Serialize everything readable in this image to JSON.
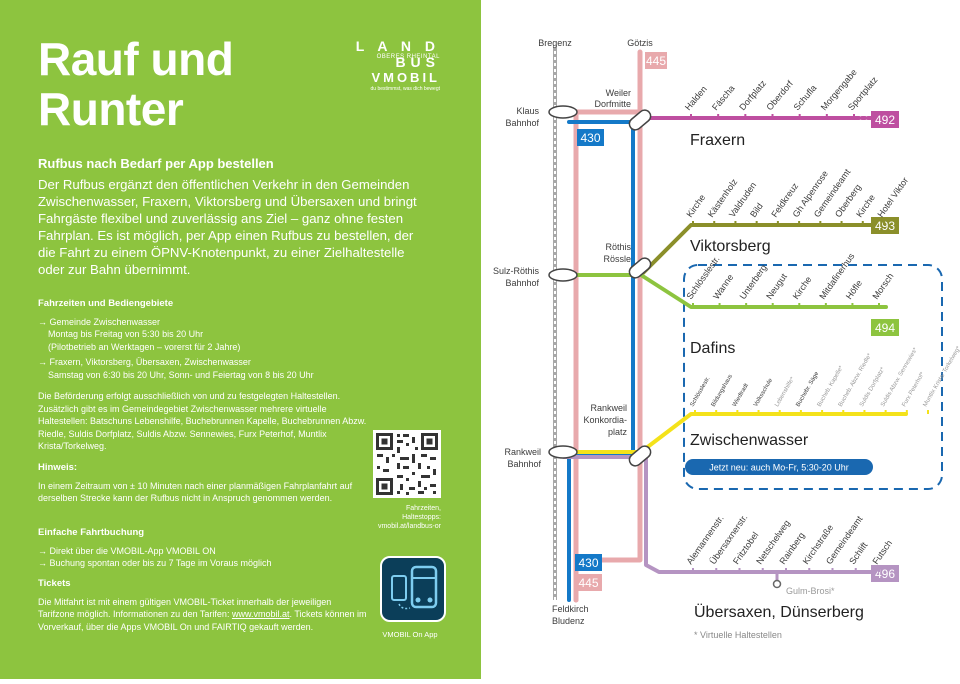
{
  "left": {
    "title": "Rauf und Runter",
    "logo_landbus": "L A N D BUS",
    "logo_landbus_sub": "OBERES RHEINTAL",
    "logo_vmobil": "VMOBIL",
    "logo_vmobil_sub": "du bestimmst, was dich bewegt",
    "intro_title": "Rufbus nach Bedarf per App bestellen",
    "intro_text": "Der Rufbus ergänzt den öffentlichen Verkehr in den Gemeinden Zwischenwasser, Fraxern, Viktorsberg und Übersaxen und bringt Fahrgäste flexibel und zuverlässig ans Ziel – ganz ohne festen Fahrplan. Es ist möglich, per App einen Rufbus zu bestellen, der die Fahrt zu einem ÖPNV-Knotenpunkt, zu einer Zielhaltestelle oder zur Bahn übernimmt.",
    "times": {
      "heading": "Fahrzeiten und Bediengebiete",
      "l1": "→ Gemeinde Zwischenwasser",
      "l2": "Montag bis Freitag von 5:30 bis 20 Uhr",
      "l3": "(Pilotbetrieb an Werktagen – vorerst für 2 Jahre)",
      "l4": "→ Fraxern, Viktorsberg, Übersaxen, Zwischenwasser",
      "l5": "Samstag von 6:30 bis 20 Uhr, Sonn- und Feiertag von 8 bis 20 Uhr",
      "p": "Die Beförderung erfolgt ausschließlich von und zu festgelegten Haltestellen. Zusätzlich gibt es im Gemeindegebiet Zwischenwasser mehrere virtuelle Haltestellen: Batschuns Lebenshilfe, Buchebrunnen Kapelle, Buchebrunnen Abzw. Riedle, Suldis Dorfplatz, Suldis Abzw. Sennewies, Furx Peterhof, Muntlix Krista/Torkelweg."
    },
    "hint": {
      "heading": "Hinweis:",
      "text": "In einem Zeitraum von ± 10 Minuten nach einer planmäßigen Fahrplanfahrt auf derselben Strecke kann der Rufbus nicht in Anspruch genommen werden."
    },
    "booking": {
      "heading": "Einfache Fahrtbuchung",
      "l1": "→ Direkt über die VMOBIL-App VMOBIL ON",
      "l2": "→ Buchung spontan oder bis zu 7 Tage im Voraus möglich"
    },
    "tickets": {
      "heading": "Tickets",
      "text_a": "Die Mitfahrt ist mit einem gültigen VMOBIL-Ticket innerhalb der jeweiligen Tarifzone möglich. Informationen zu den Tarifen:",
      "link": "www.vmobil.at",
      "text_b": ". Tickets können im Vorverkauf, über die Apps VMOBIL On und FAIRTIQ gekauft werden."
    },
    "qr_caption_1": "Fahrzeiten,",
    "qr_caption_2": "Haltestopps:",
    "qr_caption_3": "vmobil.at/landbus-or",
    "app_caption": "VMOBIL On App"
  },
  "map": {
    "colors": {
      "rail": "#a8a8a8",
      "line445": "#e8a9ac",
      "line430": "#1479c8",
      "line492": "#be4fa0",
      "line493": "#8b8f2a",
      "line494": "#8dc43f",
      "zw": "#f4e21a",
      "line496": "#b594c2",
      "dash": "#1a68b0",
      "label": "#3c3c3c"
    },
    "bregenz": "Bregenz",
    "goetzis": "Götzis",
    "weiler_1": "Weiler",
    "weiler_2": "Dorfmitte",
    "klaus_1": "Klaus",
    "klaus_2": "Bahnhof",
    "roethis_1": "Röthis",
    "roethis_2": "Rössle",
    "sulz_1": "Sulz-Röthis",
    "sulz_2": "Bahnhof",
    "rankweil_k_1": "Rankweil",
    "rankweil_k_2": "Konkordia-",
    "rankweil_k_3": "platz",
    "rankweil_b_1": "Rankweil",
    "rankweil_b_2": "Bahnhof",
    "feldkirch_1": "Feldkirch",
    "feldkirch_2": "Bludenz",
    "badges": {
      "b445_top": "445",
      "b430_top": "430",
      "b492": "492",
      "b493": "493",
      "b494": "494",
      "b496": "496",
      "b430_bot": "430",
      "b445_bot": "445"
    },
    "fraxern": {
      "title": "Fraxern",
      "stops": [
        "Halden",
        "Fäscha",
        "Dorfplatz",
        "Oberdorf",
        "Schufla",
        "Morgengabe",
        "Sportplatz"
      ]
    },
    "viktorsberg": {
      "title": "Viktorsberg",
      "stops": [
        "Kirche",
        "Kästenholz",
        "Valdruden",
        "Bild",
        "Feldkreuz",
        "Gh Alpenrose",
        "Gemeindeamt",
        "Oberberg",
        "Kirche",
        "Hotel Viktor"
      ]
    },
    "dafins": {
      "title": "Dafins",
      "stops": [
        "Schlösslestr.",
        "Wanne",
        "Unterberg",
        "Neugut",
        "Kirche",
        "Mitdafinerhus",
        "Höfle",
        "Morsch"
      ]
    },
    "zwischenwasser": {
      "title": "Zwischenwasser",
      "stops": [
        "Schlösslestr.",
        "Bildungshaus",
        "Wiedtradt",
        "Volksschule",
        "Lebenshilfe*",
        "Buchebr. Säge",
        "Bucheb. Kapelle*",
        "Bucheb. Abzw. Riedle*",
        "Suldis Dorfplatz*",
        "Suldis Abzw. Sennewies*",
        "Furx Peterhof*",
        "Muntlix Krista/ Torkelweg*"
      ],
      "notice": "Jetzt neu: auch Mo-Fr, 5:30-20 Uhr"
    },
    "uebersaxen": {
      "title": "Übersaxen, Dünserberg",
      "stops": [
        "Alemannenstr.",
        "Übersaxnerstr.",
        "Fritztobel",
        "Netschelweg",
        "Rainberg",
        "Kirchstraße",
        "Gemeindeamt",
        "Schlift",
        "Futsch"
      ],
      "branch_stop": "Gulm-Brosi*"
    },
    "footnote": "* Virtuelle Haltestellen"
  }
}
